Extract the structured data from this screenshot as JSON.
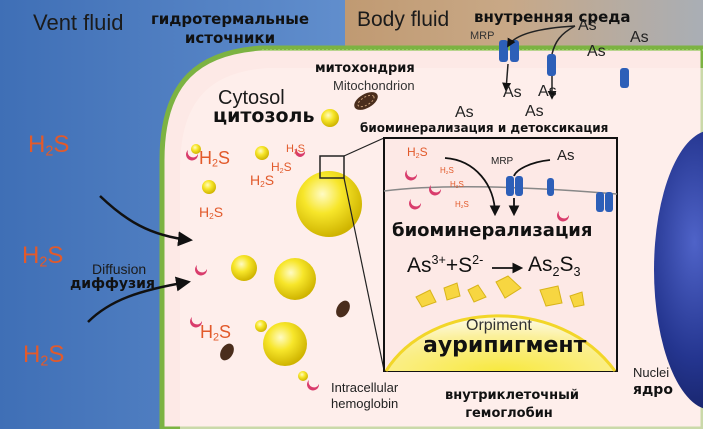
{
  "header": {
    "vent_fluid_en": "Vent fluid",
    "vent_fluid_ru": "гидротермальные источники",
    "body_fluid_en": "Body fluid",
    "body_fluid_ru": "внутренняя среда"
  },
  "cytosol": {
    "en": "Cytosol",
    "ru": "цитозоль"
  },
  "mitochondrion": {
    "ru": "митохондрия",
    "en": "Mitochondrion"
  },
  "diffusion": {
    "en": "Diffusion",
    "ru": "диффузия"
  },
  "biomineral_detox": "биоминерализация и детоксикация",
  "transporter": "MRP",
  "arsenic": "As",
  "hydrogen_sulfide": {
    "base": "H",
    "sub": "2",
    "tail": "S"
  },
  "inset": {
    "mrp": "MRP",
    "as": "As",
    "title": "биоминерализация",
    "equation": {
      "as": "As",
      "as_charge": "3+",
      "plus": "+",
      "s": "S",
      "s_charge": "2-",
      "arrow": "⟶",
      "product_as": "As",
      "product_as_sub": "2",
      "product_s": "S",
      "product_s_sub": "3"
    },
    "orpiment_en": "Orpiment",
    "orpiment_ru": "аурипигмент"
  },
  "hemoglobin": {
    "en": "Intracellular hemoglobin",
    "ru": "внутриклеточный гемоглобин"
  },
  "nuclei": {
    "en": "Nuclei",
    "ru": "ядро"
  },
  "colors": {
    "vent": "#5f8fcf",
    "body": "#c4a27e",
    "cytosol": "#fde9e6",
    "membrane": "#7cb342",
    "granule": "#f5e21a",
    "mrp": "#2d5fb8",
    "nucleus": "#1f2f8c",
    "h2s_text": "#e25a2b",
    "hemoglobin": "#d93c6c"
  }
}
